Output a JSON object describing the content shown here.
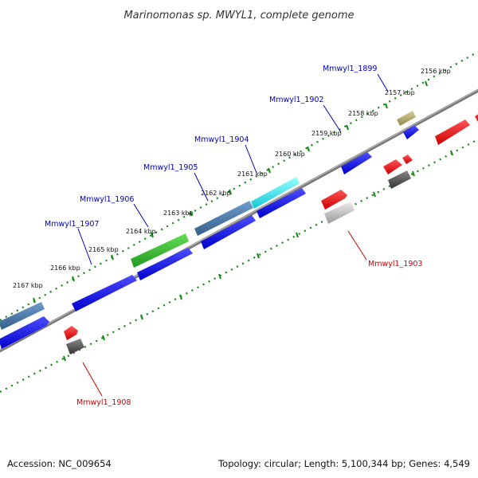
{
  "title": "Marinomonas sp. MWYL1, complete genome",
  "footer": {
    "accession": "Accession: NC_009654",
    "summary": "Topology: circular; Length: 5,100,344 bp; Genes: 4,549"
  },
  "ticks": [
    "2167 kbp",
    "2166 kbp",
    "2165 kbp",
    "2164 kbp",
    "2163 kbp",
    "2162 kbp",
    "2161 kbp",
    "2160 kbp",
    "2159 kbp",
    "2158 kbp",
    "2157 kbp",
    "2156 kbp"
  ],
  "gene_labels_forward": [
    "Mmwyl1_1907",
    "Mmwyl1_1906",
    "Mmwyl1_1905",
    "Mmwyl1_1904",
    "Mmwyl1_1902",
    "Mmwyl1_1899"
  ],
  "gene_labels_reverse": [
    "Mmwyl1_1908",
    "Mmwyl1_1903"
  ],
  "colors": {
    "forward_cds": "#0000ee",
    "reverse_cds": "#ee0000",
    "steelblue_feature": "#4a7eb0",
    "green_feature": "#33bb33",
    "cyan_feature": "#22e6ee",
    "olive_feature": "#b8b070",
    "gray_feature": "#555555",
    "lightgray_feature": "#c8c8c8",
    "backbone": "#888888",
    "tick_dots": "#118811"
  }
}
